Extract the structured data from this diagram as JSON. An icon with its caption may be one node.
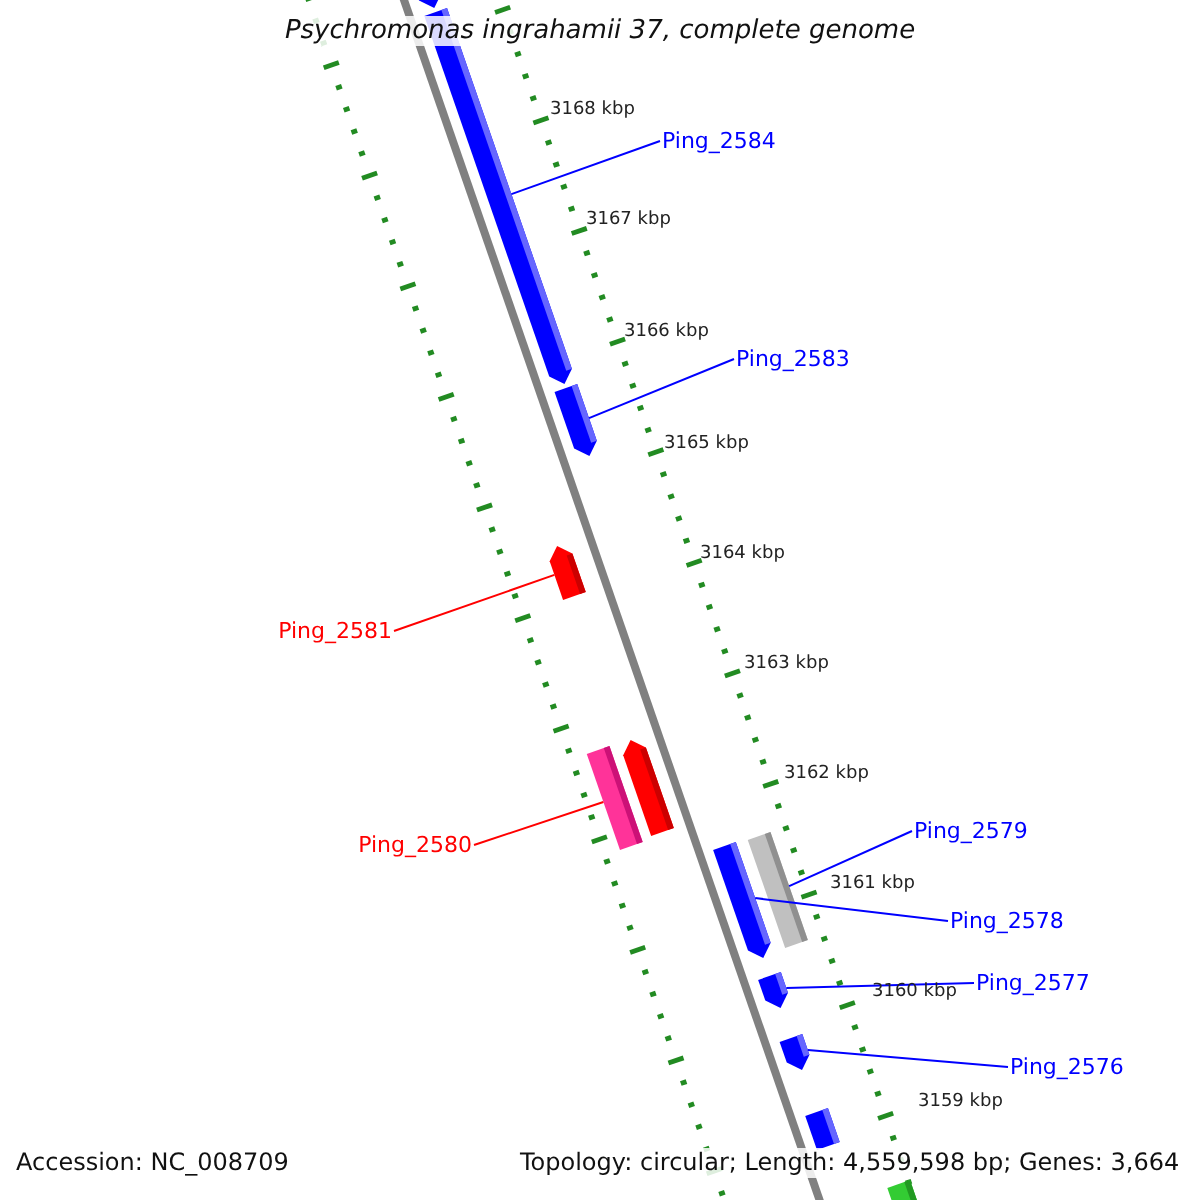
{
  "diagram": {
    "title": "Psychromonas ingrahamii 37, complete genome",
    "nodes": [
      {
        "text": [],
        "shape": "bar"
      },
      {
        "text": [],
        "shape": "bar"
      },
      {
        "text": [
          "Ping_2584"
        ]
      },
      {
        "text": [
          "Ping_2583"
        ]
      },
      {
        "text": [],
        "shape": "bar"
      },
      {
        "text": [],
        "shape": "bar"
      },
      {
        "text": [
          "Ping_2581"
        ]
      },
      {
        "text": [],
        "shape": "bar"
      },
      {
        "text": [],
        "shape": "bar"
      },
      {
        "text": [
          "Ping_2580"
        ]
      },
      {
        "text": [
          "Ping_2579"
        ]
      },
      {
        "text": [],
        "shape": "bar"
      },
      {
        "text": [],
        "shape": "bar"
      },
      {
        "text": [
          "Ping_2578"
        ]
      },
      {
        "text": [
          "Ping_2577"
        ]
      },
      {
        "text": [],
        "shape": "bar"
      },
      {
        "text": [
          "Ping_2576"
        ]
      },
      {
        "text": [],
        "shape": "bar"
      },
      {
        "text": [],
        "shape": "bar"
      },
      {
        "text": [],
        "shape": "bar"
      }
    ],
    "edges": [
      {
        "from": 2,
        "to": 1,
        "arrow": "none"
      },
      {
        "from": 3,
        "to": 4,
        "arrow": "none"
      },
      {
        "from": 6,
        "to": 5,
        "arrow": "none",
        "color": "#ff0000"
      },
      {
        "from": 9,
        "to": 8,
        "arrow": "none",
        "color": "#ff0000"
      },
      {
        "from": 10,
        "to": 11,
        "arrow": "none"
      },
      {
        "from": 13,
        "to": 12,
        "arrow": "none"
      },
      {
        "from": 14,
        "to": 15,
        "arrow": "none"
      },
      {
        "from": 16,
        "to": 17,
        "arrow": "none"
      }
    ],
    "labels": [
      "3168 kbp",
      "3167 kbp",
      "3166 kbp",
      "3165 kbp",
      "3164 kbp",
      "3163 kbp",
      "3162 kbp",
      "3161 kbp",
      "3160 kbp",
      "3159 kbp",
      "Accession: NC_008709",
      "Topology: circular; Length: 4,559,598 bp; Genes: 3,664"
    ]
  }
}
